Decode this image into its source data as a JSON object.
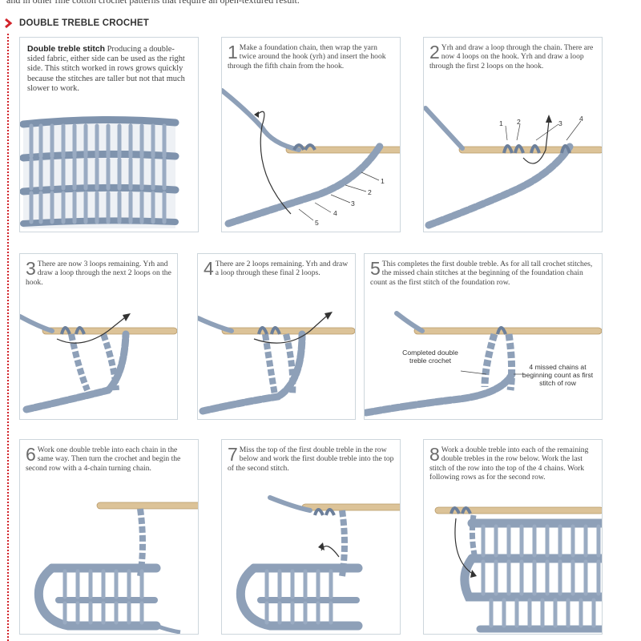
{
  "page": {
    "top_cut_text": "and in other fine cotton crochet patterns that require an open-textured result."
  },
  "section": {
    "title": "DOUBLE TREBLE CROCHET"
  },
  "intro": {
    "title": "Double treble stitch",
    "body": "Producing a double-sided fabric, either side can be used as the right side. This stitch worked in rows grows quickly because the stitches are taller but not that much slower to work."
  },
  "steps": [
    {
      "num": "1",
      "text": "Make a foundation chain, then wrap the yarn twice around the hook (yrh) and insert the hook through the fifth chain from the hook."
    },
    {
      "num": "2",
      "text": "Yrh and draw a loop through the chain. There are now 4 loops on the hook. Yrh and draw a loop through the first 2 loops on the hook."
    },
    {
      "num": "3",
      "text": "There are now 3 loops remaining. Yrh and draw a loop through the next 2 loops on the hook."
    },
    {
      "num": "4",
      "text": "There are 2 loops remaining. Yrh and draw a loop through these final 2 loops."
    },
    {
      "num": "5",
      "text": "This completes the first double treble. As for all tall crochet stitches, the missed chain stitches at the beginning of the foundation chain count as the first stitch of the foundation row."
    },
    {
      "num": "6",
      "text": "Work one double treble into each chain in the same way. Then turn the crochet and begin the second row with a 4-chain turning chain."
    },
    {
      "num": "7",
      "text": "Miss the top of the first double treble in the row below and work the first double treble into the top of the second stitch."
    },
    {
      "num": "8",
      "text": "Work a double treble into each of the remaining double trebles in the row below. Work the last stitch of the row into the top of the 4 chains. Work following rows as for the second row."
    }
  ],
  "labels": {
    "step1": [
      "1",
      "2",
      "3",
      "4",
      "5"
    ],
    "step2": [
      "1",
      "2",
      "3",
      "4"
    ],
    "completed": "Completed double treble crochet",
    "missed": "4 missed chains at beginning count as first stitch of row"
  },
  "colors": {
    "accent": "#d2232a",
    "yarn": "#8ea0b8",
    "yarn_dark": "#5f7390",
    "hook": "#dcc398",
    "panel_border": "#cdd6dc"
  }
}
